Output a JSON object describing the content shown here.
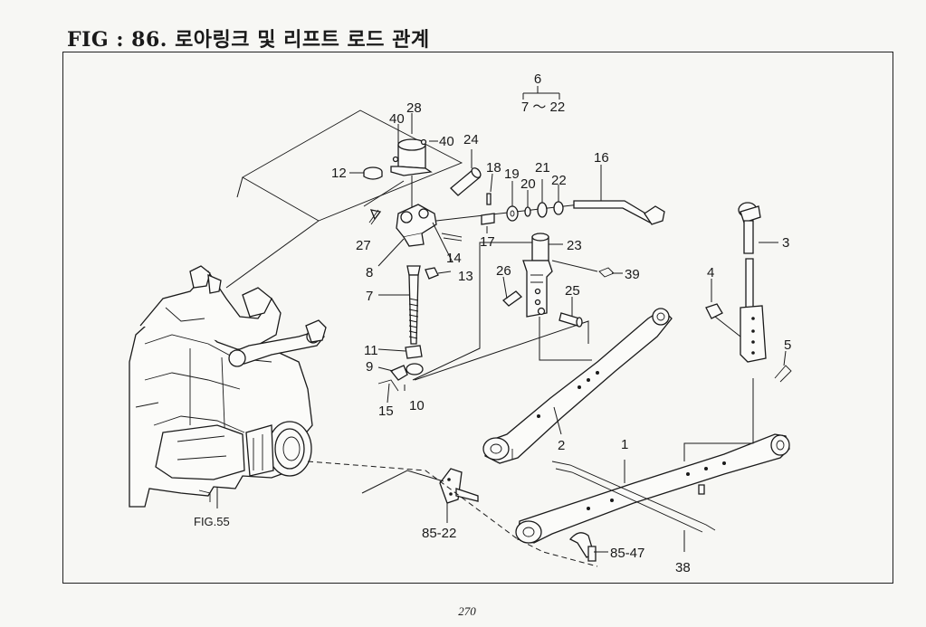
{
  "title": "FIG : 86. 로아링크 및 리프트 로드 관계",
  "page_number": "270",
  "callouts": {
    "group": "6",
    "group_range": "7 ～ 22",
    "p1": "1",
    "p2": "2",
    "p3": "3",
    "p4": "4",
    "p5": "5",
    "p7": "7",
    "p8": "8",
    "p9": "9",
    "p10": "10",
    "p11": "11",
    "p12": "12",
    "p13": "13",
    "p14": "14",
    "p15": "15",
    "p16": "16",
    "p17": "17",
    "p18": "18",
    "p19": "19",
    "p20": "20",
    "p21": "21",
    "p22": "22",
    "p23": "23",
    "p24": "24",
    "p25": "25",
    "p26": "26",
    "p27": "27",
    "p28": "28",
    "p38": "38",
    "p39": "39",
    "p40a": "40",
    "p40b": "40",
    "ref_85_22": "85-22",
    "ref_85_47": "85-47",
    "fig55": "FIG.55"
  }
}
